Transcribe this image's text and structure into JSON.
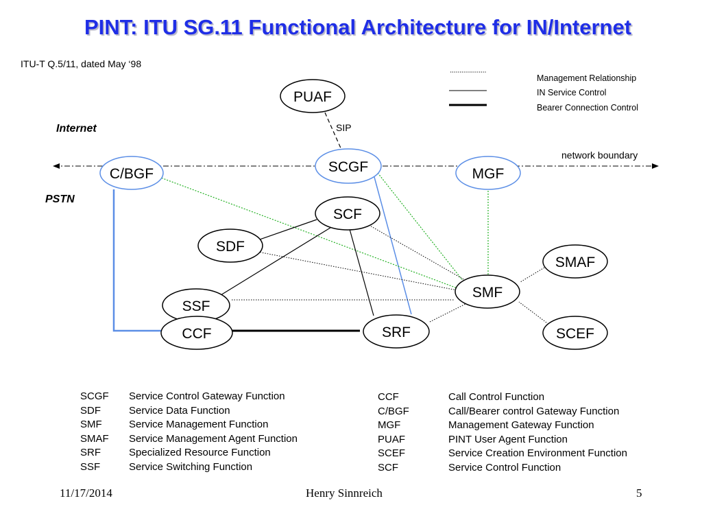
{
  "slide": {
    "title": "PINT: ITU SG.11 Functional Architecture for IN/Internet",
    "subtitle": "ITU-T Q.5/11, dated May ‘98"
  },
  "legend": {
    "management": "Management Relationship",
    "in_service": "IN Service Control",
    "bearer": "Bearer Connection Control"
  },
  "diagram": {
    "internet_label": "Internet",
    "pstn_label": "PSTN",
    "sip_label": "SIP",
    "boundary_label": "network boundary",
    "nodes": {
      "puaf": "PUAF",
      "cbgf": "C/BGF",
      "scgf": "SCGF",
      "mgf": "MGF",
      "scf": "SCF",
      "sdf": "SDF",
      "smaf": "SMAF",
      "smf": "SMF",
      "ssf": "SSF",
      "ccf": "CCF",
      "srf": "SRF",
      "scef": "SCEF"
    },
    "colors": {
      "title": "#1f2ee6",
      "ip_link": "#5b8ee6",
      "management_green": "#22b022"
    }
  },
  "glossary_left": [
    {
      "abbr": "SCGF",
      "text": "Service Control Gateway Function"
    },
    {
      "abbr": "SDF",
      "text": "Service Data Function"
    },
    {
      "abbr": "SMF",
      "text": "Service Management Function"
    },
    {
      "abbr": "SMAF",
      "text": "Service Management Agent Function"
    },
    {
      "abbr": "SRF",
      "text": "Specialized Resource Function"
    },
    {
      "abbr": "SSF",
      "text": "Service Switching Function"
    }
  ],
  "glossary_right": [
    {
      "abbr": "CCF",
      "text": "Call Control Function"
    },
    {
      "abbr": "C/BGF",
      "text": "Call/Bearer control Gateway Function"
    },
    {
      "abbr": "MGF",
      "text": "Management Gateway Function"
    },
    {
      "abbr": "PUAF",
      "text": "PINT User Agent Function"
    },
    {
      "abbr": "SCEF",
      "text": "Service Creation Environment Function"
    },
    {
      "abbr": "SCF",
      "text": "Service Control Function"
    }
  ],
  "footer": {
    "date": "11/17/2014",
    "author": "Henry Sinnreich",
    "page": "5"
  }
}
